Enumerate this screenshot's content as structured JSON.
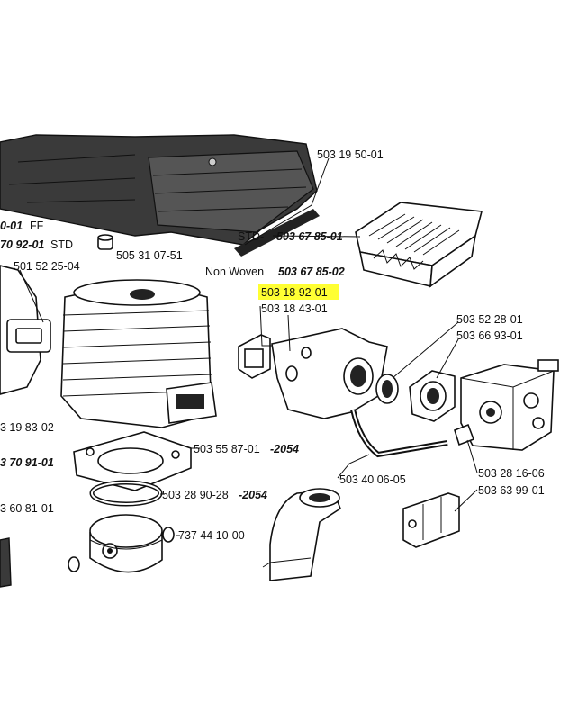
{
  "labels": {
    "p1": "503 19 50-01",
    "p2a": "0-01",
    "p2b": "FF",
    "p3a": "70 92-01",
    "p3b": "STD",
    "p4": "505 31 07-51",
    "p5a": "STD-",
    "p5b": "503 67 85-01",
    "p6a": "Non Woven",
    "p6b": "503 67 85-02",
    "p7": "501 52 25-04",
    "p8": "503 18 92-01",
    "p9": "503 18 43-01",
    "p10": "503 52 28-01",
    "p11": "503 66 93-01",
    "p12": "3 19 83-02",
    "p13a": "503 55 87-01",
    "p13b": "-2054",
    "p14": "3 70 91-01",
    "p15": "503 40 06-05",
    "p16": "503 28 16-06",
    "p17a": "503 28 90-28",
    "p17b": "-2054",
    "p18": "503 63 99-01",
    "p19": "3 60 81-01",
    "p20": "737 44 10-00"
  },
  "highlight_color": "#ffff33"
}
